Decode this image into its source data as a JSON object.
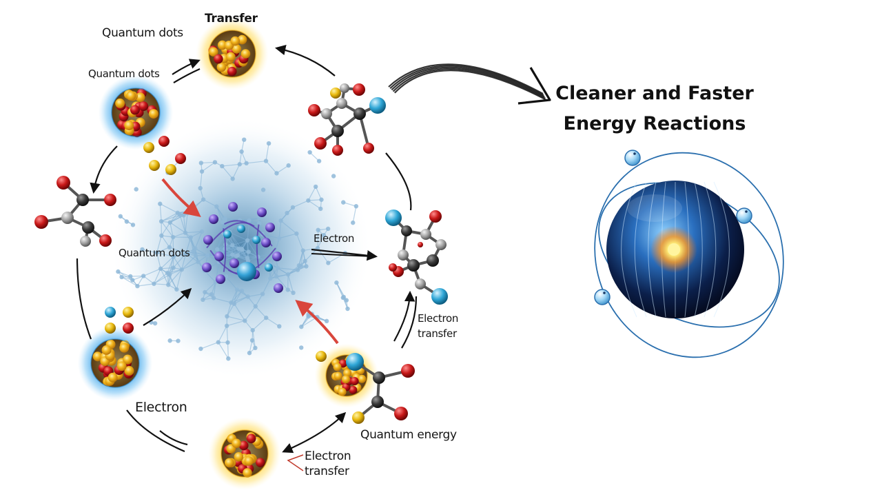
{
  "labels": {
    "quantum_dots_top": "Quantum dots",
    "transfer_top": "Transfer",
    "quantum_dots_left": "Quantum dots",
    "quantum_dots_center": "Quantum dots",
    "electron_center": "Electron",
    "electron_transfer_right_line1": "Electron",
    "electron_transfer_right_line2": "transfer",
    "electron_bottom_left": "Electron",
    "quantum_energy": "Quantum energy",
    "electron_transfer_bottom_line1": "Electron",
    "electron_transfer_bottom_line2": "transfer"
  },
  "headline": {
    "line1": "Cleaner and Faster",
    "line2": "Energy Reactions"
  },
  "colors": {
    "dot_gold": "#f2b51d",
    "dot_red": "#c8141a",
    "glow_blue": "#3aa0e6",
    "glow_yellow": "#ffd23a",
    "atom_oxygen": "#c81818",
    "atom_carbon": "#3a3a3a",
    "atom_blue": "#2fa6d6",
    "atom_yellow": "#e8b80c",
    "atom_grey": "#9c9c9c",
    "network": "#8fb8d8",
    "purple_atom": "#6a4bc4",
    "arrow_black": "#111111",
    "arrow_red": "#d9463c",
    "orbit_blue": "#2a6fae",
    "sphere_dark": "#0b1f4a"
  }
}
